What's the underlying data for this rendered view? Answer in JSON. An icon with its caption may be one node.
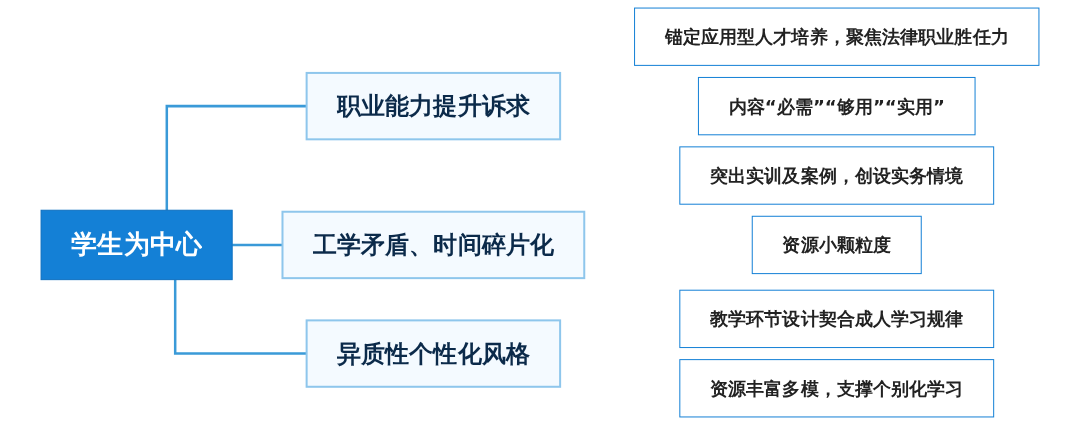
{
  "diagram": {
    "nodes": [
      {
        "text": [
          "学生为中心"
        ]
      },
      {
        "text": [
          "职业能力提升诉求"
        ]
      },
      {
        "text": [
          "工学矛盾、时间碎片化"
        ]
      },
      {
        "text": [
          "异质性个性化风格"
        ]
      },
      {
        "text": [
          "锚定应用型人才培养，聚焦法律职业胜任力"
        ]
      },
      {
        "text": [
          "内容“必需”“够用”“实用”"
        ]
      },
      {
        "text": [
          "突出实训及案例，创设实务情境"
        ]
      },
      {
        "text": [
          "资源小颗粒度"
        ]
      },
      {
        "text": [
          "教学环节设计契合成人学习规律"
        ]
      },
      {
        "text": [
          "资源丰富多模，支撑个别化学习"
        ]
      }
    ],
    "edges": [
      {
        "from": 0,
        "to": 1,
        "arrow": "none"
      },
      {
        "from": 0,
        "to": 2,
        "arrow": "none"
      },
      {
        "from": 0,
        "to": 3,
        "arrow": "none"
      }
    ]
  }
}
